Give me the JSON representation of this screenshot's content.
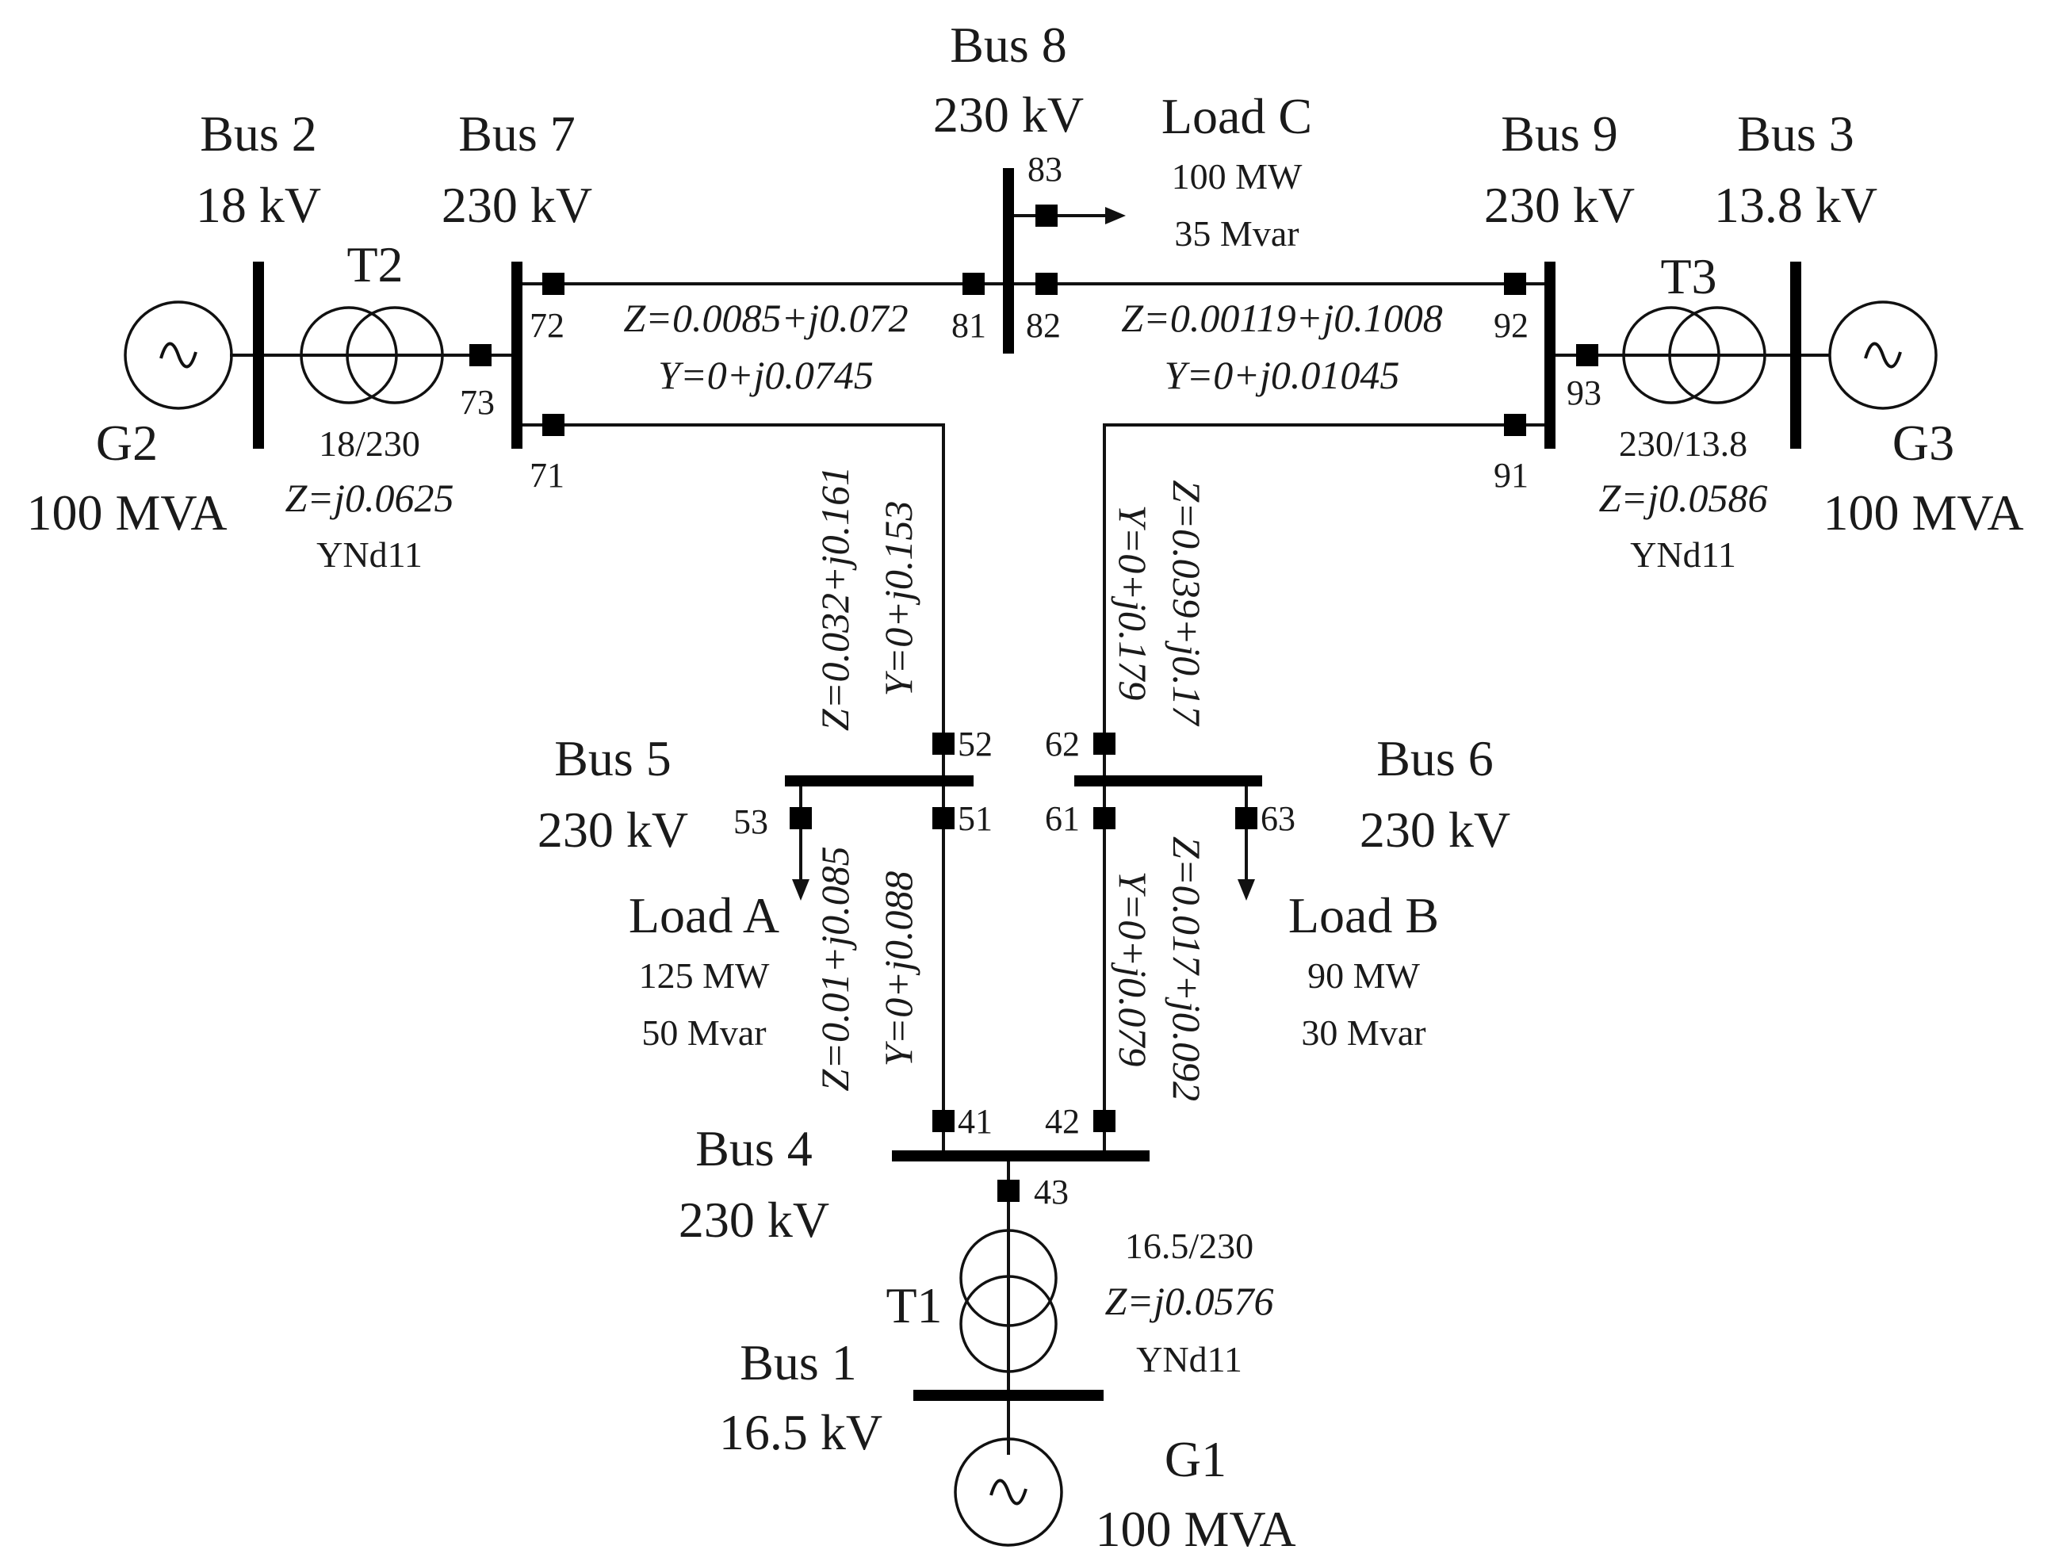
{
  "buses": {
    "bus1": {
      "name": "Bus 1",
      "kv": "16.5 kV"
    },
    "bus2": {
      "name": "Bus 2",
      "kv": "18 kV"
    },
    "bus3": {
      "name": "Bus 3",
      "kv": "13.8 kV"
    },
    "bus4": {
      "name": "Bus 4",
      "kv": "230 kV"
    },
    "bus5": {
      "name": "Bus 5",
      "kv": "230 kV"
    },
    "bus6": {
      "name": "Bus 6",
      "kv": "230 kV"
    },
    "bus7": {
      "name": "Bus 7",
      "kv": "230 kV"
    },
    "bus8": {
      "name": "Bus 8",
      "kv": "230 kV"
    },
    "bus9": {
      "name": "Bus 9",
      "kv": "230 kV"
    }
  },
  "generators": {
    "g1": {
      "name": "G1",
      "rating": "100 MVA"
    },
    "g2": {
      "name": "G2",
      "rating": "100 MVA"
    },
    "g3": {
      "name": "G3",
      "rating": "100 MVA"
    }
  },
  "transformers": {
    "t1": {
      "name": "T1",
      "ratio": "16.5/230",
      "z": "Z=j0.0576",
      "vector_group": "YNd11"
    },
    "t2": {
      "name": "T2",
      "ratio": "18/230",
      "z": "Z=j0.0625",
      "vector_group": "YNd11"
    },
    "t3": {
      "name": "T3",
      "ratio": "230/13.8",
      "z": "Z=j0.0586",
      "vector_group": "YNd11"
    }
  },
  "loads": {
    "a": {
      "name": "Load A",
      "p": "125 MW",
      "q": "50 Mvar"
    },
    "b": {
      "name": "Load B",
      "p": "90 MW",
      "q": "30 Mvar"
    },
    "c": {
      "name": "Load C",
      "p": "100 MW",
      "q": "35 Mvar"
    }
  },
  "lines": {
    "l78": {
      "z": "Z=0.0085+j0.072",
      "y": "Y=0+j0.0745"
    },
    "l89": {
      "z": "Z=0.00119+j0.1008",
      "y": "Y=0+j0.01045"
    },
    "l57": {
      "z": "Z=0.032+j0.161",
      "y": "Y=0+j0.153"
    },
    "l69": {
      "z": "Z=0.039+j0.17",
      "y": "Y=0+j0.179"
    },
    "l45": {
      "z": "Z=0.01+j0.085",
      "y": "Y=0+j0.088"
    },
    "l46": {
      "z": "Z=0.017+j0.092",
      "y": "Y=0+j0.079"
    }
  },
  "nodes": {
    "n41": "41",
    "n42": "42",
    "n43": "43",
    "n51": "51",
    "n52": "52",
    "n53": "53",
    "n61": "61",
    "n62": "62",
    "n63": "63",
    "n71": "71",
    "n72": "72",
    "n73": "73",
    "n81": "81",
    "n82": "82",
    "n83": "83",
    "n91": "91",
    "n92": "92",
    "n93": "93"
  },
  "sine_glyph": "~"
}
